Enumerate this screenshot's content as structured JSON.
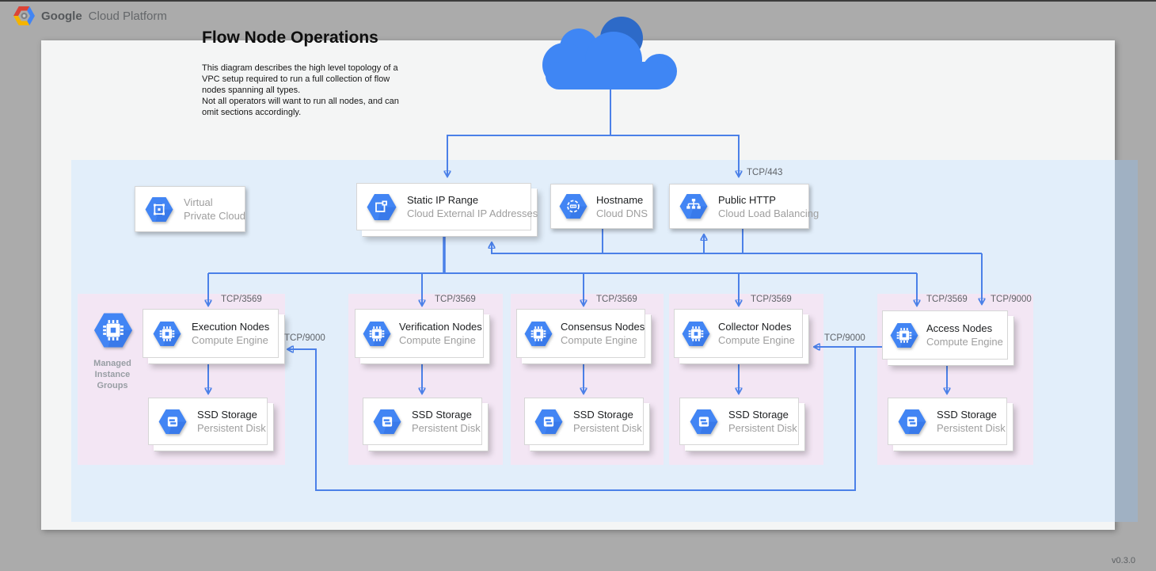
{
  "header": {
    "brand_bold": "Google",
    "brand_rest": "Cloud Platform"
  },
  "doc": {
    "title": "Flow Node Operations",
    "description": "This diagram describes the high level topology of a\nVPC setup required to run a full collection of flow\nnodes spanning all types.\nNot all operators will want to run all nodes, and can\nomit sections accordingly.",
    "version": "v0.3.0"
  },
  "ports": {
    "https": "TCP/443",
    "flow": "TCP/3569",
    "access": "TCP/9000"
  },
  "cards": {
    "vpc": {
      "title": "Virtual",
      "subtitle": "Private Cloud"
    },
    "static_ip": {
      "title": "Static IP Range",
      "subtitle": "Cloud External IP Addresses"
    },
    "hostname": {
      "title": "Hostname",
      "subtitle": "Cloud DNS"
    },
    "public_http": {
      "title": "Public HTTP",
      "subtitle": "Cloud Load Balancing"
    },
    "execution": {
      "title": "Execution Nodes",
      "subtitle": "Compute Engine"
    },
    "verification": {
      "title": "Verification Nodes",
      "subtitle": "Compute Engine"
    },
    "consensus": {
      "title": "Consensus Nodes",
      "subtitle": "Compute Engine"
    },
    "collector": {
      "title": "Collector Nodes",
      "subtitle": "Compute Engine"
    },
    "access": {
      "title": "Access Nodes",
      "subtitle": "Compute Engine"
    },
    "ssd": {
      "title": "SSD Storage",
      "subtitle": "Persistent Disk"
    },
    "mig": {
      "label": "Managed Instance Groups"
    }
  },
  "colors": {
    "gcp_blue": "#4285f4",
    "line_blue": "#4b80e8",
    "vpc_bg": "#e2eefa",
    "group_bg": "#f3e6f4"
  }
}
